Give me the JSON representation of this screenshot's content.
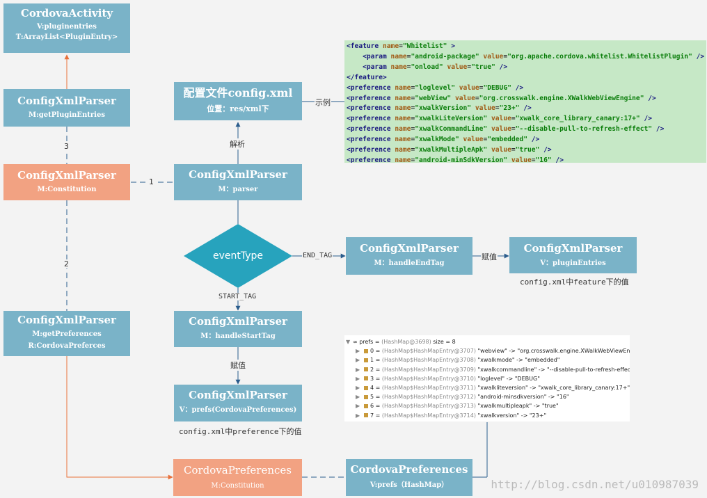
{
  "nodes": {
    "cordova_activity": {
      "title": "CordovaActivity",
      "lines": [
        "V:pluginentries",
        "T:ArrayList<PluginEntry>"
      ]
    },
    "parser_get_plugin_entries": {
      "title": "ConfigXmlParser",
      "lines": [
        "M:getPluginEntries"
      ]
    },
    "parser_constitution": {
      "title": "ConfigXmlParser",
      "lines": [
        "M:Constitution"
      ]
    },
    "parser_get_preferences": {
      "title": "ConfigXmlParser",
      "lines": [
        "M:getPreferences",
        "R:CordovaPreferces"
      ]
    },
    "config_file": {
      "title": "配置文件config.xml",
      "lines": [
        "位置：res/xml下"
      ]
    },
    "parser_parser": {
      "title": "ConfigXmlParser",
      "lines": [
        "M：parser"
      ]
    },
    "event_type": {
      "title": "eventType"
    },
    "parser_handle_end_tag": {
      "title": "ConfigXmlParser",
      "lines": [
        "M：handleEndTag"
      ]
    },
    "parser_plugin_entries": {
      "title": "ConfigXmlParser",
      "lines": [
        "V：pluginEntries"
      ]
    },
    "parser_handle_start_tag": {
      "title": "ConfigXmlParser",
      "lines": [
        "M：handleStartTag"
      ]
    },
    "parser_prefs": {
      "title": "ConfigXmlParser",
      "lines": [
        "V：prefs(CordovaPreferences)"
      ]
    },
    "cordova_prefs_constitution": {
      "title": "CordovaPreferences",
      "lines": [
        "M:Constitution"
      ]
    },
    "cordova_prefs_prefs": {
      "title": "CordovaPreferences",
      "lines": [
        "V:prefs（HashMap）"
      ]
    }
  },
  "labels": {
    "example": "示例",
    "parse": "解析",
    "step1": "1",
    "step2": "2",
    "step3": "3",
    "end_tag": "END_TAG",
    "start_tag": "START_TAG",
    "assign1": "赋值",
    "assign2": "赋值",
    "feature_note": "config.xml中feature下的值",
    "preference_note": "config.xml中preference下的值"
  },
  "xml_example": {
    "feature_open": {
      "tag": "<feature",
      "attrs": [
        [
          "name",
          "\"Whitelist\""
        ]
      ],
      "close": ">"
    },
    "params": [
      {
        "tag": "<param",
        "attrs": [
          [
            "name",
            "\"android-package\""
          ],
          [
            "value",
            "\"org.apache.cordova.whitelist.WhitelistPlugin\""
          ]
        ],
        "close": "/>"
      },
      {
        "tag": "<param",
        "attrs": [
          [
            "name",
            "\"onload\""
          ],
          [
            "value",
            "\"true\""
          ]
        ],
        "close": "/>"
      }
    ],
    "feature_close": "</feature>",
    "preferences": [
      {
        "name": "\"loglevel\"",
        "value": "\"DEBUG\""
      },
      {
        "name": "\"webView\"",
        "value": "\"org.crosswalk.engine.XWalkWebViewEngine\""
      },
      {
        "name": "\"xwalkVersion\"",
        "value": "\"23+\""
      },
      {
        "name": "\"xwalkLiteVersion\"",
        "value": "\"xwalk_core_library_canary:17+\""
      },
      {
        "name": "\"xwalkCommandLine\"",
        "value": "\"--disable-pull-to-refresh-effect\""
      },
      {
        "name": "\"xwalkMode\"",
        "value": "\"embedded\""
      },
      {
        "name": "\"xwalkMultipleApk\"",
        "value": "\"true\""
      },
      {
        "name": "\"android-minSdkVersion\"",
        "value": "\"16\""
      }
    ]
  },
  "debugger": {
    "root": {
      "name": "prefs",
      "type": "(HashMap@3698)",
      "size": "size = 8"
    },
    "entries": [
      {
        "index": "0",
        "type": "(HashMap$HashMapEntry@3707)",
        "text": "\"webview\" -> \"org.crosswalk.engine.XWalkWebViewEngine\""
      },
      {
        "index": "1",
        "type": "(HashMap$HashMapEntry@3708)",
        "text": "\"xwalkmode\" -> \"embedded\""
      },
      {
        "index": "2",
        "type": "(HashMap$HashMapEntry@3709)",
        "text": "\"xwalkcommandline\" -> \"--disable-pull-to-refresh-effect\""
      },
      {
        "index": "3",
        "type": "(HashMap$HashMapEntry@3710)",
        "text": "\"loglevel\" -> \"DEBUG\""
      },
      {
        "index": "4",
        "type": "(HashMap$HashMapEntry@3711)",
        "text": "\"xwalkliteversion\" -> \"xwalk_core_library_canary:17+\""
      },
      {
        "index": "5",
        "type": "(HashMap$HashMapEntry@3712)",
        "text": "\"android-minsdkversion\" -> \"16\""
      },
      {
        "index": "6",
        "type": "(HashMap$HashMapEntry@3713)",
        "text": "\"xwalkmultipleapk\" -> \"true\""
      },
      {
        "index": "7",
        "type": "(HashMap$HashMapEntry@3714)",
        "text": "\"xwalkversion\" -> \"23+\""
      }
    ]
  },
  "watermark": "http://blog.csdn.net/u010987039",
  "colors": {
    "node_blue": "#7ab3c8",
    "node_orange": "#f2a282",
    "diamond": "#27a3bd",
    "xml_bg": "#c6e8c6",
    "line": "#2a5c8c",
    "orange_line": "#e8703a"
  }
}
